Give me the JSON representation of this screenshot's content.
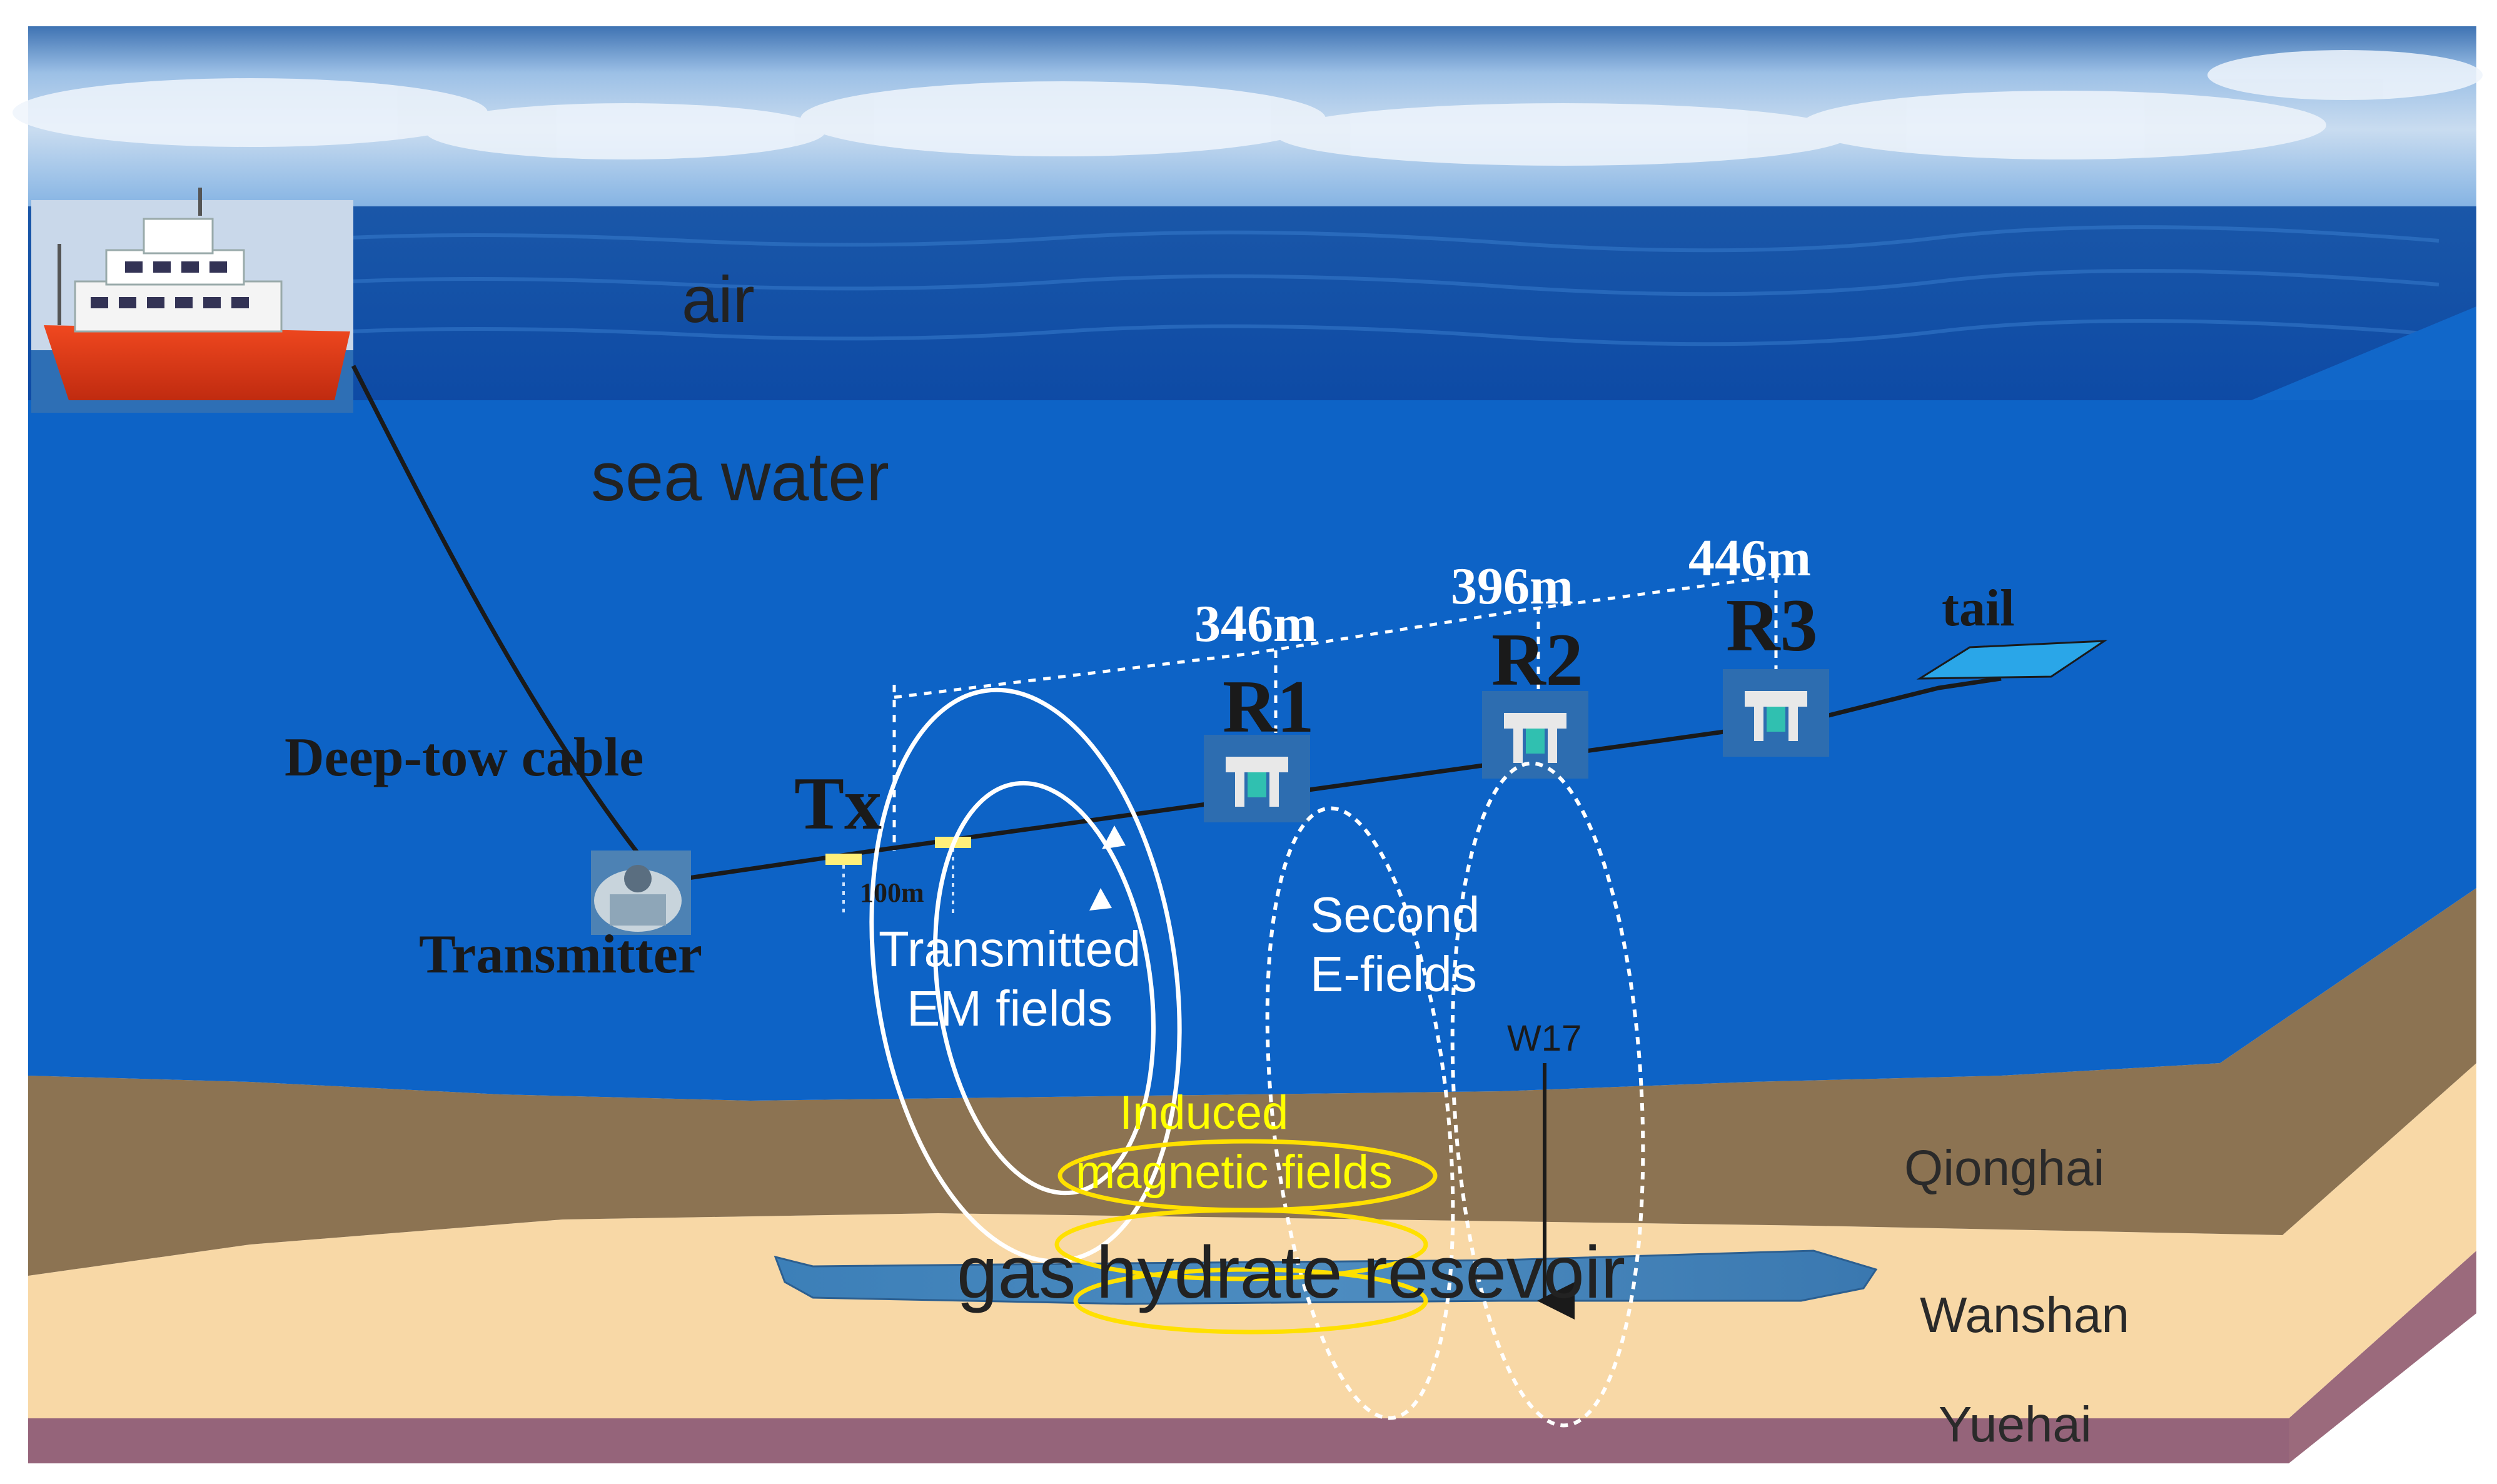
{
  "labels": {
    "air": "air",
    "sea_water": "sea water",
    "deep_tow_cable": "Deep-tow cable",
    "transmitter": "Transmitter",
    "tx": "Tx",
    "tx_spacing": "100m",
    "r1": "R1",
    "r2": "R2",
    "r3": "R3",
    "r1_offset": "346m",
    "r2_offset": "396m",
    "r3_offset": "446m",
    "tail": "tail",
    "transmitted_fields_line1": "Transmitted",
    "transmitted_fields_line2": "EM fields",
    "second_fields_line1": "Second",
    "second_fields_line2": "E-fields",
    "induced_line1": "Induced",
    "induced_line2": "magnetic fields",
    "well": "W17",
    "reservoir": "gas hydrate resevoir",
    "qionghai": "Qionghai",
    "wanshan": "Wanshan",
    "yuehai": "Yuehai"
  },
  "icons": {
    "ship": "survey-ship-icon",
    "transmitter": "deep-tow-transmitter-icon",
    "receiver": "receiver-node-icon",
    "tail": "tail-float-icon"
  },
  "colors": {
    "sky": "#6a9fd6",
    "sea": "#0d63c6",
    "qionghai_layer": "#8c7352",
    "wanshan_layer": "#f7d7a6",
    "yuehai_layer": "#9b6a7c",
    "induced_text": "#ffff00",
    "tx_marker": "#ffef7a",
    "tail": "#2aa6e8"
  }
}
